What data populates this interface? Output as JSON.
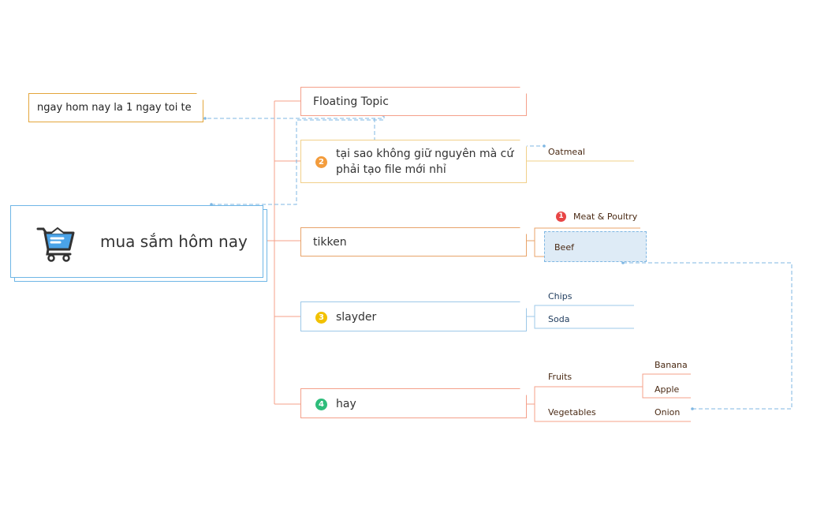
{
  "central": {
    "label": "mua sắm hôm nay",
    "icon": "shopping-cart-icon"
  },
  "floating_note": {
    "label": "ngay hom nay la 1 ngay toi te"
  },
  "topics": [
    {
      "label": "Floating Topic"
    },
    {
      "label_line1": "tại sao không giữ nguyên mà cứ",
      "label_line2": "phải tạo file mới nhỉ",
      "badge": "2"
    },
    {
      "label": "tikken"
    },
    {
      "label": "slayder",
      "badge": "3"
    },
    {
      "label": "hay",
      "badge": "4"
    }
  ],
  "subtopics": {
    "oatmeal": "Oatmeal",
    "meat_poultry": {
      "label": "Meat & Poultry",
      "badge": "1"
    },
    "beef": "Beef",
    "chips": "Chips",
    "soda": "Soda",
    "fruits": "Fruits",
    "vegetables": "Vegetables",
    "banana": "Banana",
    "apple": "Apple",
    "onion": "Onion"
  },
  "colors": {
    "branch": "#f4a08a",
    "topic_orange": "#e8a36a",
    "topic_yellow": "#f1d08a",
    "topic_blue": "#9dc8e8",
    "relationship": "#7fb7e3",
    "badge_red": "#e84545",
    "badge_orange": "#f39c3c",
    "badge_yellow": "#f2c100",
    "badge_green": "#2ebd7b"
  }
}
